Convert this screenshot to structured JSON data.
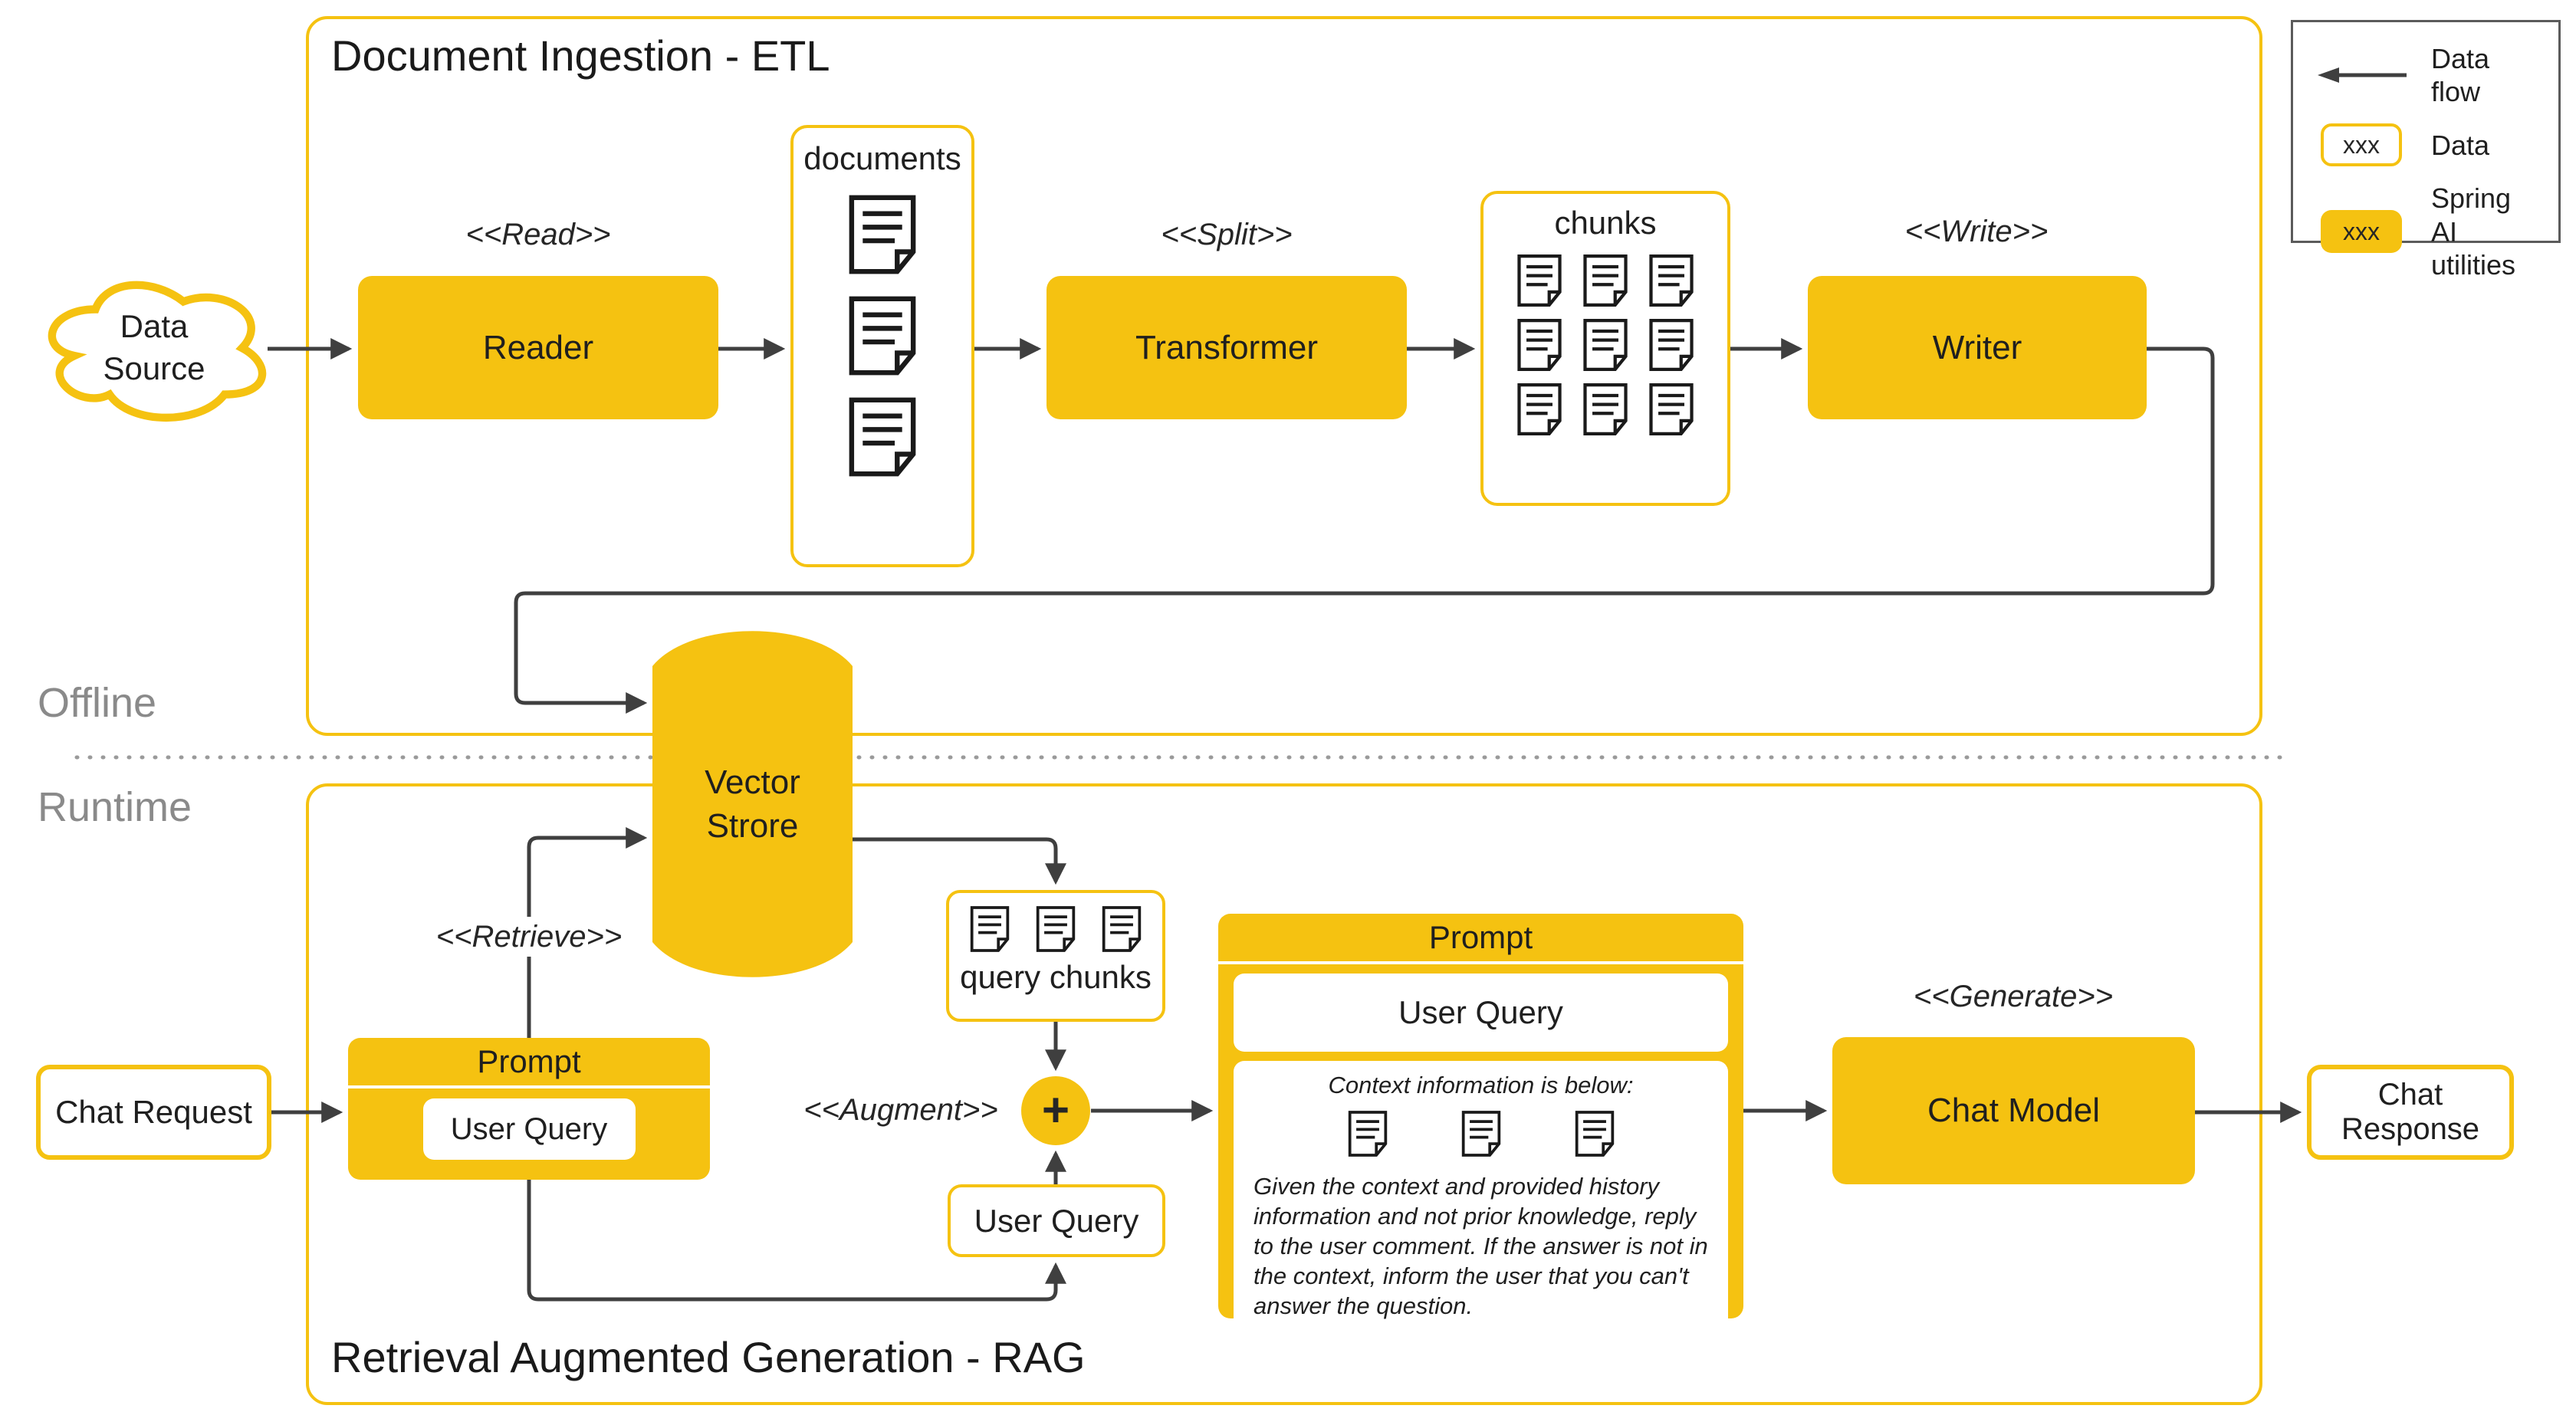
{
  "titles": {
    "etl": "Document Ingestion - ETL",
    "rag": "Retrieval Augmented Generation - RAG",
    "offline": "Offline",
    "runtime": "Runtime"
  },
  "legend": {
    "data_flow": "Data flow",
    "sample": "xxx",
    "data": "Data",
    "spring": "Spring AI utilities"
  },
  "stereotypes": {
    "read": "<<Read>>",
    "split": "<<Split>>",
    "write": "<<Write>>",
    "retrieve": "<<Retrieve>>",
    "augment": "<<Augment>>",
    "generate": "<<Generate>>"
  },
  "nodes": {
    "data_source": "Data Source",
    "reader": "Reader",
    "documents": "documents",
    "transformer": "Transformer",
    "chunks": "chunks",
    "writer": "Writer",
    "vector_store": "Vector Strore",
    "chat_request": "Chat Request",
    "prompt_small_title": "Prompt",
    "prompt_small_user_query": "User Query",
    "query_chunks": "query chunks",
    "plus": "+",
    "user_query": "User Query",
    "prompt_main_title": "Prompt",
    "prompt_main_user_query": "User Query",
    "context_heading": "Context information is below:",
    "context_body": "Given the context and provided history information and not prior knowledge, reply to the user comment. If the answer is not in the context, inform the user that you can't answer the question.",
    "chat_model": "Chat Model",
    "chat_response": "Chat Response"
  },
  "colors": {
    "yellow": "#F5C211",
    "arrow": "#3F3F3F",
    "muted_label": "#8A8A8A",
    "legend_border": "#5B5B5B"
  }
}
